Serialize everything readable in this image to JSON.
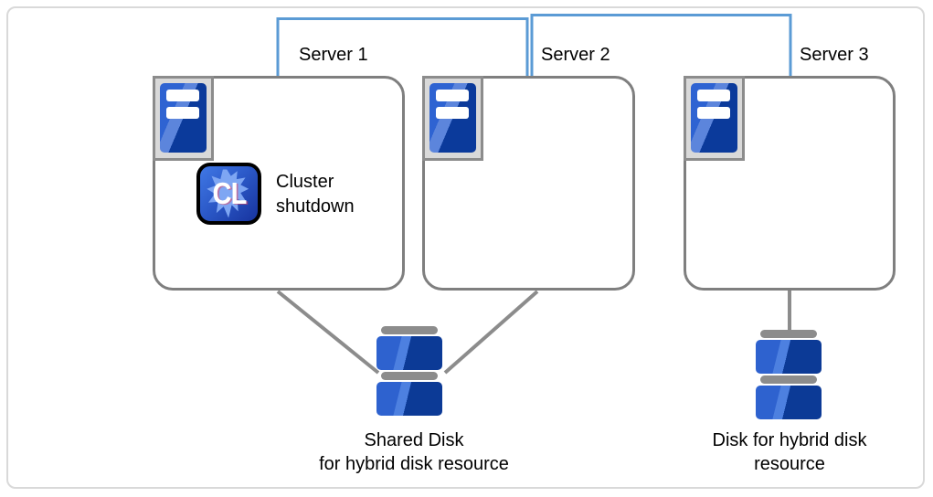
{
  "theme": {
    "interconnect-blue": "#5B9BD5",
    "outline-gray": "#7f7f7f",
    "connector-gray": "#8c8c8c",
    "frame-gray": "#d9d9d9",
    "icon-frame-gray": "#d9d9d9",
    "icon-blue-light": "#2e63d2",
    "icon-blue-dark": "#0b3a9b"
  },
  "diagram": {
    "servers": [
      {
        "label": "Server 1"
      },
      {
        "label": "Server 2"
      },
      {
        "label": "Server 3"
      }
    ],
    "cluster_badge": {
      "text": "CL",
      "caption": "Cluster\nshutdown"
    },
    "disks": [
      {
        "label": "Shared Disk\nfor hybrid disk resource"
      },
      {
        "label": "Disk for hybrid disk\nresource"
      }
    ]
  }
}
